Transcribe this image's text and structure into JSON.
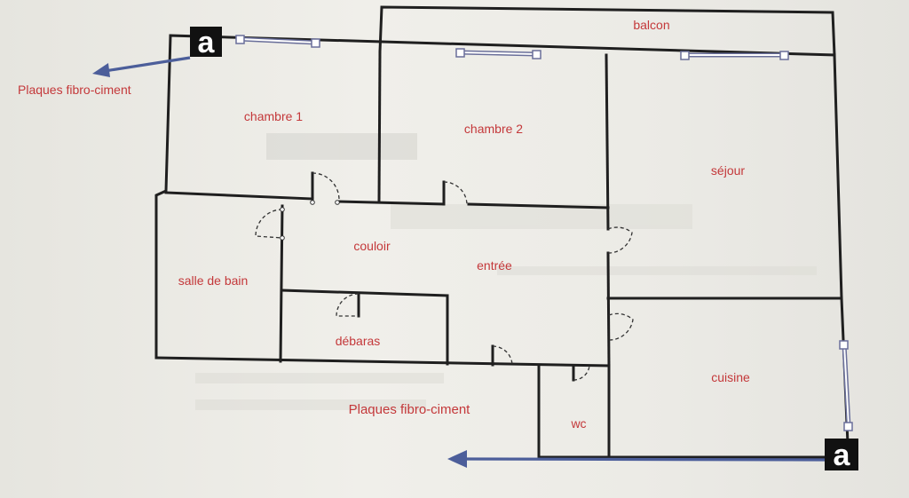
{
  "rooms": {
    "balcon": "balcon",
    "chambre1": "chambre 1",
    "chambre2": "chambre 2",
    "sejour": "séjour",
    "couloir": "couloir",
    "entree": "entrée",
    "salle_de_bain": "salle de bain",
    "debaras": "débaras",
    "cuisine": "cuisine",
    "wc": "wc"
  },
  "annotations": {
    "plaques_left": "Plaques fibro-ciment",
    "plaques_bottom": "Plaques fibro-ciment",
    "section_marker_label": "a"
  },
  "colors": {
    "walls": "#1f1f1f",
    "labels": "#c4383a",
    "arrows": "#4c5e9a",
    "windows": "#6a6f9a"
  }
}
